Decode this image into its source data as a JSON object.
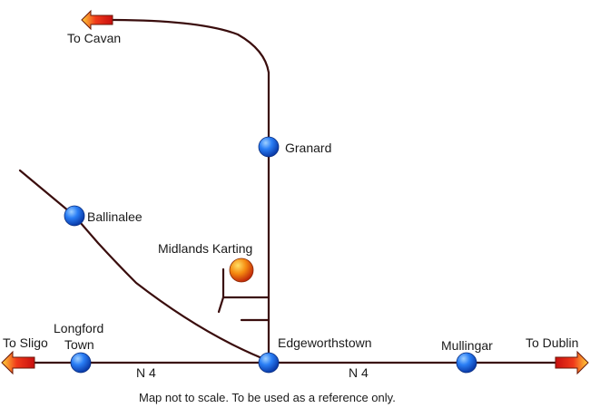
{
  "map": {
    "towns": {
      "granard": "Granard",
      "ballinalee": "Ballinalee",
      "longford_line1": "Longford",
      "longford_line2": "Town",
      "edgeworthstown": "Edgeworthstown",
      "mullingar": "Mullingar"
    },
    "destination": "Midlands Karting",
    "exits": {
      "cavan": "To Cavan",
      "sligo": "To Sligo",
      "dublin": "To Dublin"
    },
    "road_labels": {
      "n4_west": "N 4",
      "n4_east": "N 4"
    },
    "note": "Map not to scale. To be used as a reference only.",
    "colors": {
      "road": "#3a0d0d",
      "town_marker": "#1a6cf0",
      "destination_marker": "#f07a10",
      "exit_arrow": "#e8241a"
    },
    "icons": {
      "town": "blue-circle-marker",
      "destination": "orange-circle-marker",
      "exit": "red-arrow"
    }
  }
}
